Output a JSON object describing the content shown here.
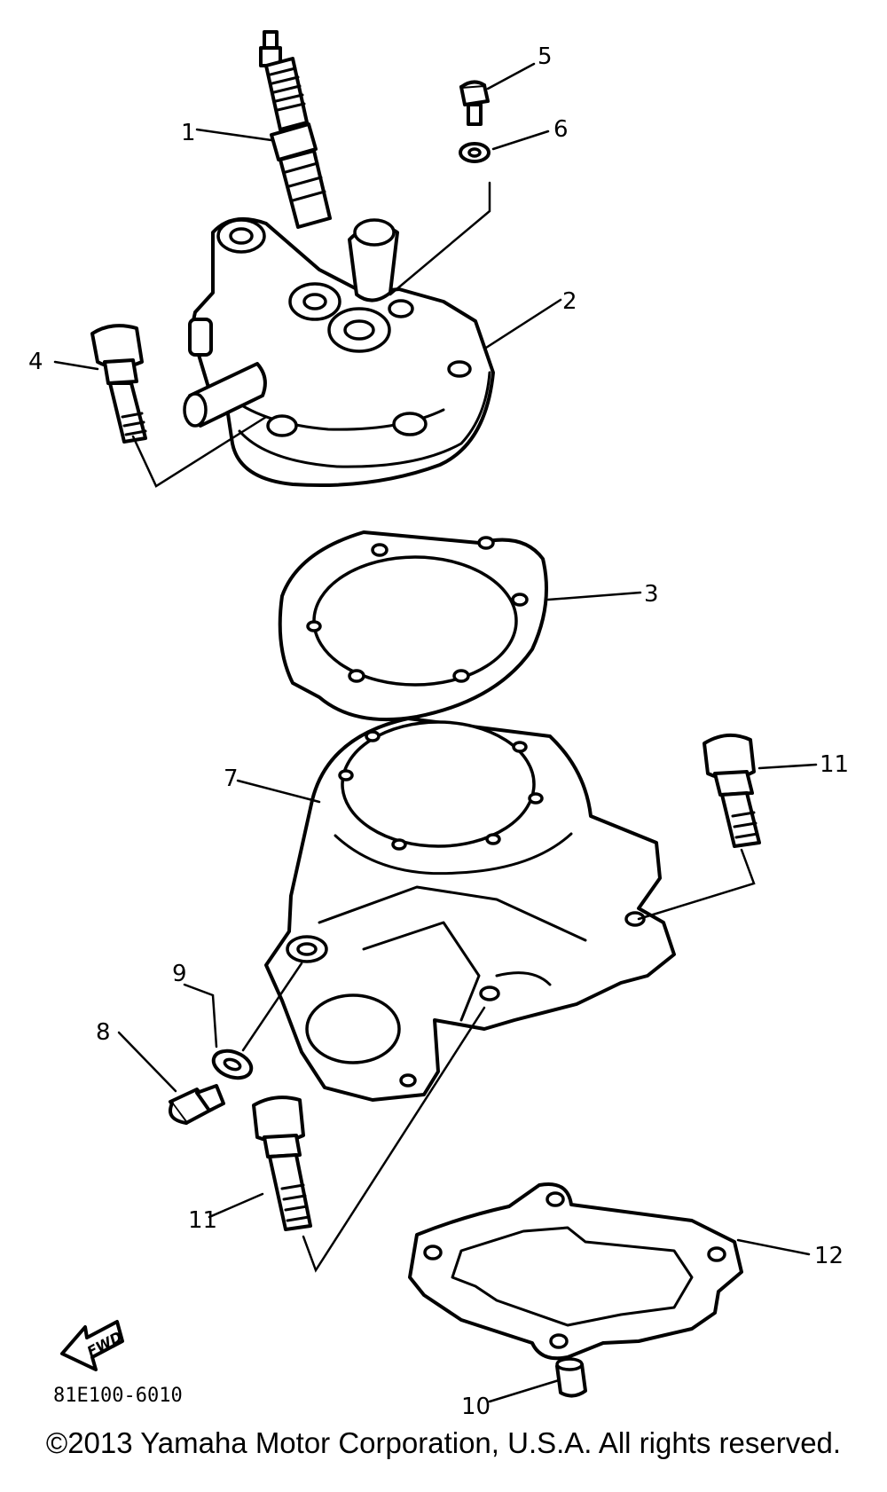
{
  "diagram": {
    "callouts": {
      "c1": "1",
      "c2": "2",
      "c3": "3",
      "c4": "4",
      "c5": "5",
      "c6": "6",
      "c7": "7",
      "c8": "8",
      "c9": "9",
      "c10": "10",
      "c11a": "11",
      "c11b": "11",
      "c12": "12"
    },
    "fwd_label": "FWD",
    "drawing_code": "81E100-6010"
  },
  "footer": {
    "copyright": "©2013 Yamaha Motor Corporation, U.S.A. All rights reserved."
  }
}
